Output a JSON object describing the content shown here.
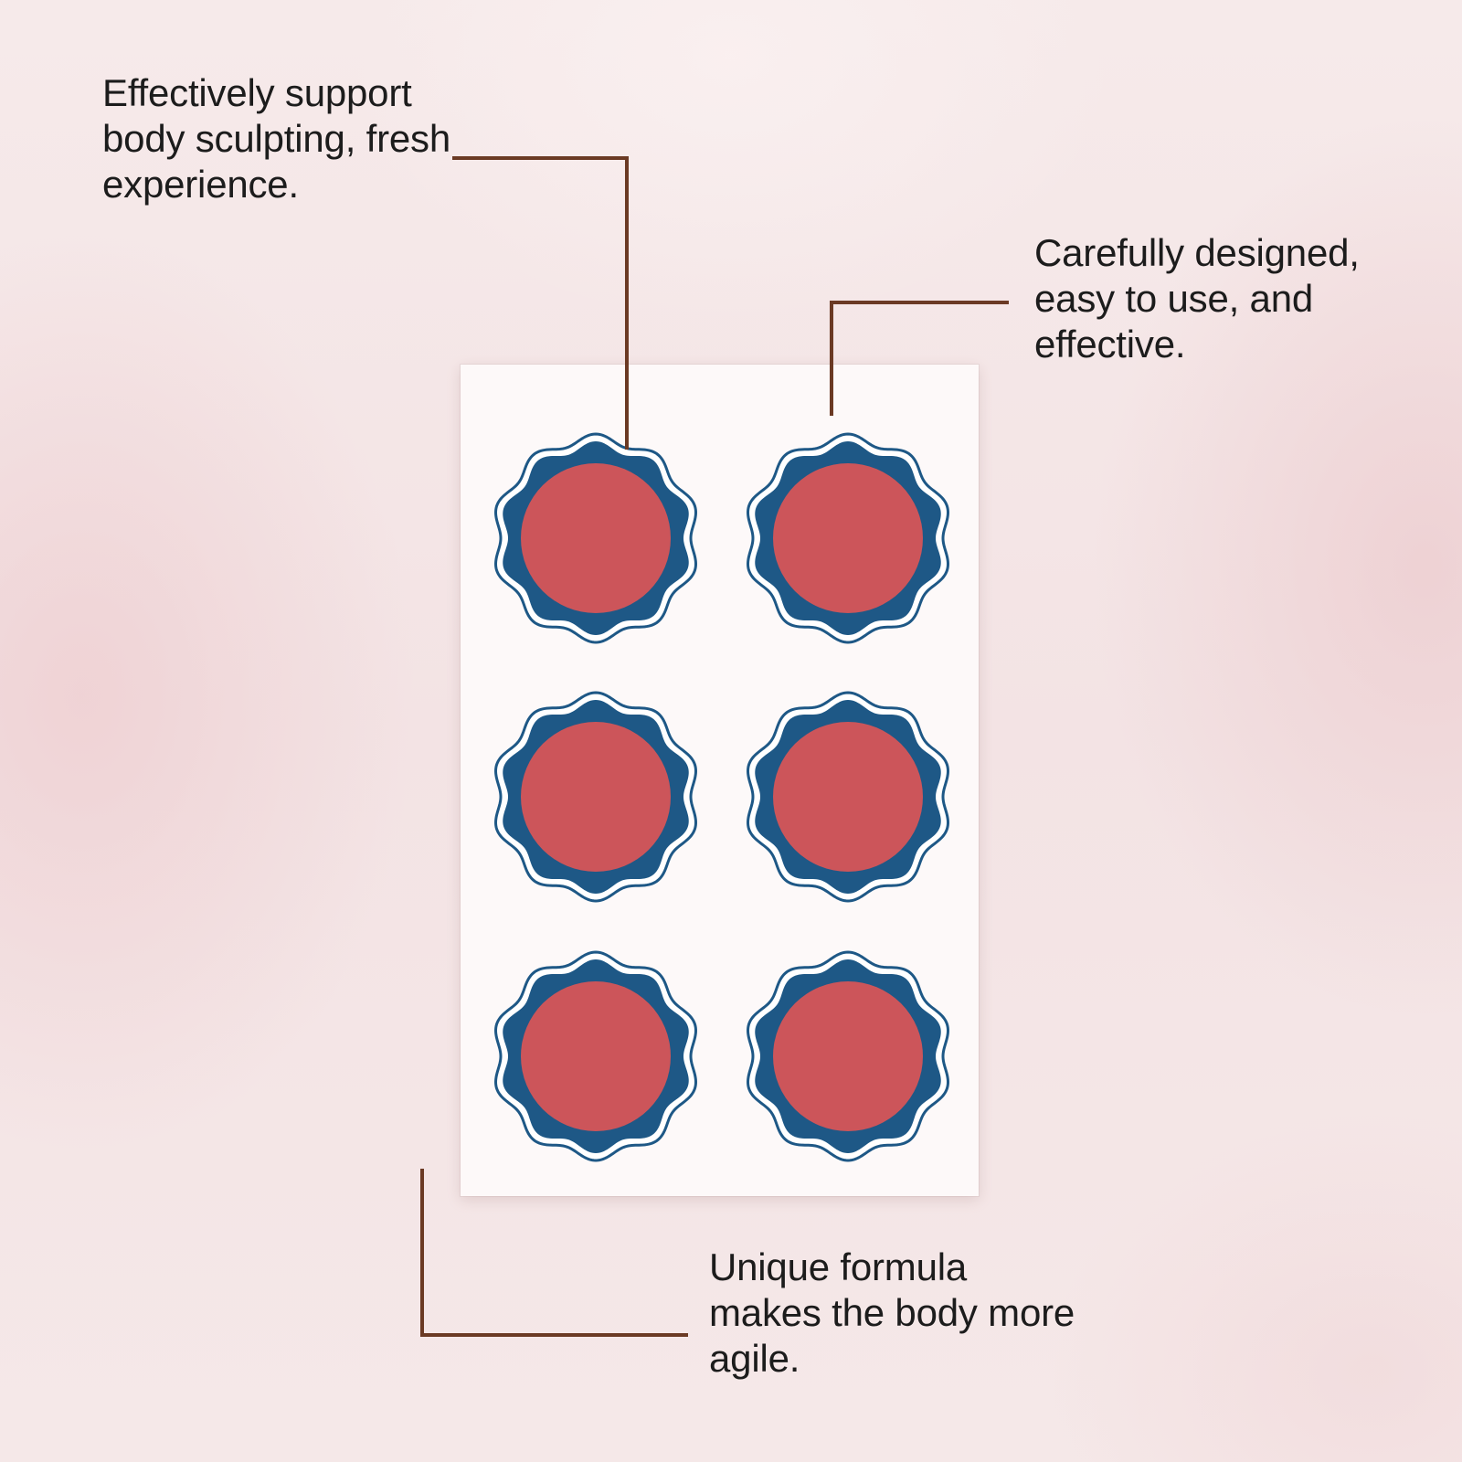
{
  "captions": [
    {
      "lines": [
        "Effectively support",
        "body sculpting, fresh",
        "experience."
      ]
    },
    {
      "lines": [
        "Carefully designed,",
        "easy to use, and",
        "effective."
      ]
    },
    {
      "lines": [
        "Unique formula",
        "makes the body more",
        "agile."
      ]
    }
  ],
  "patch_count": 6,
  "colors": {
    "patch_ring": "#1e5886",
    "patch_center": "#cc555a",
    "leader_line": "#6b3a24",
    "sheet": "#fdf9f9"
  }
}
